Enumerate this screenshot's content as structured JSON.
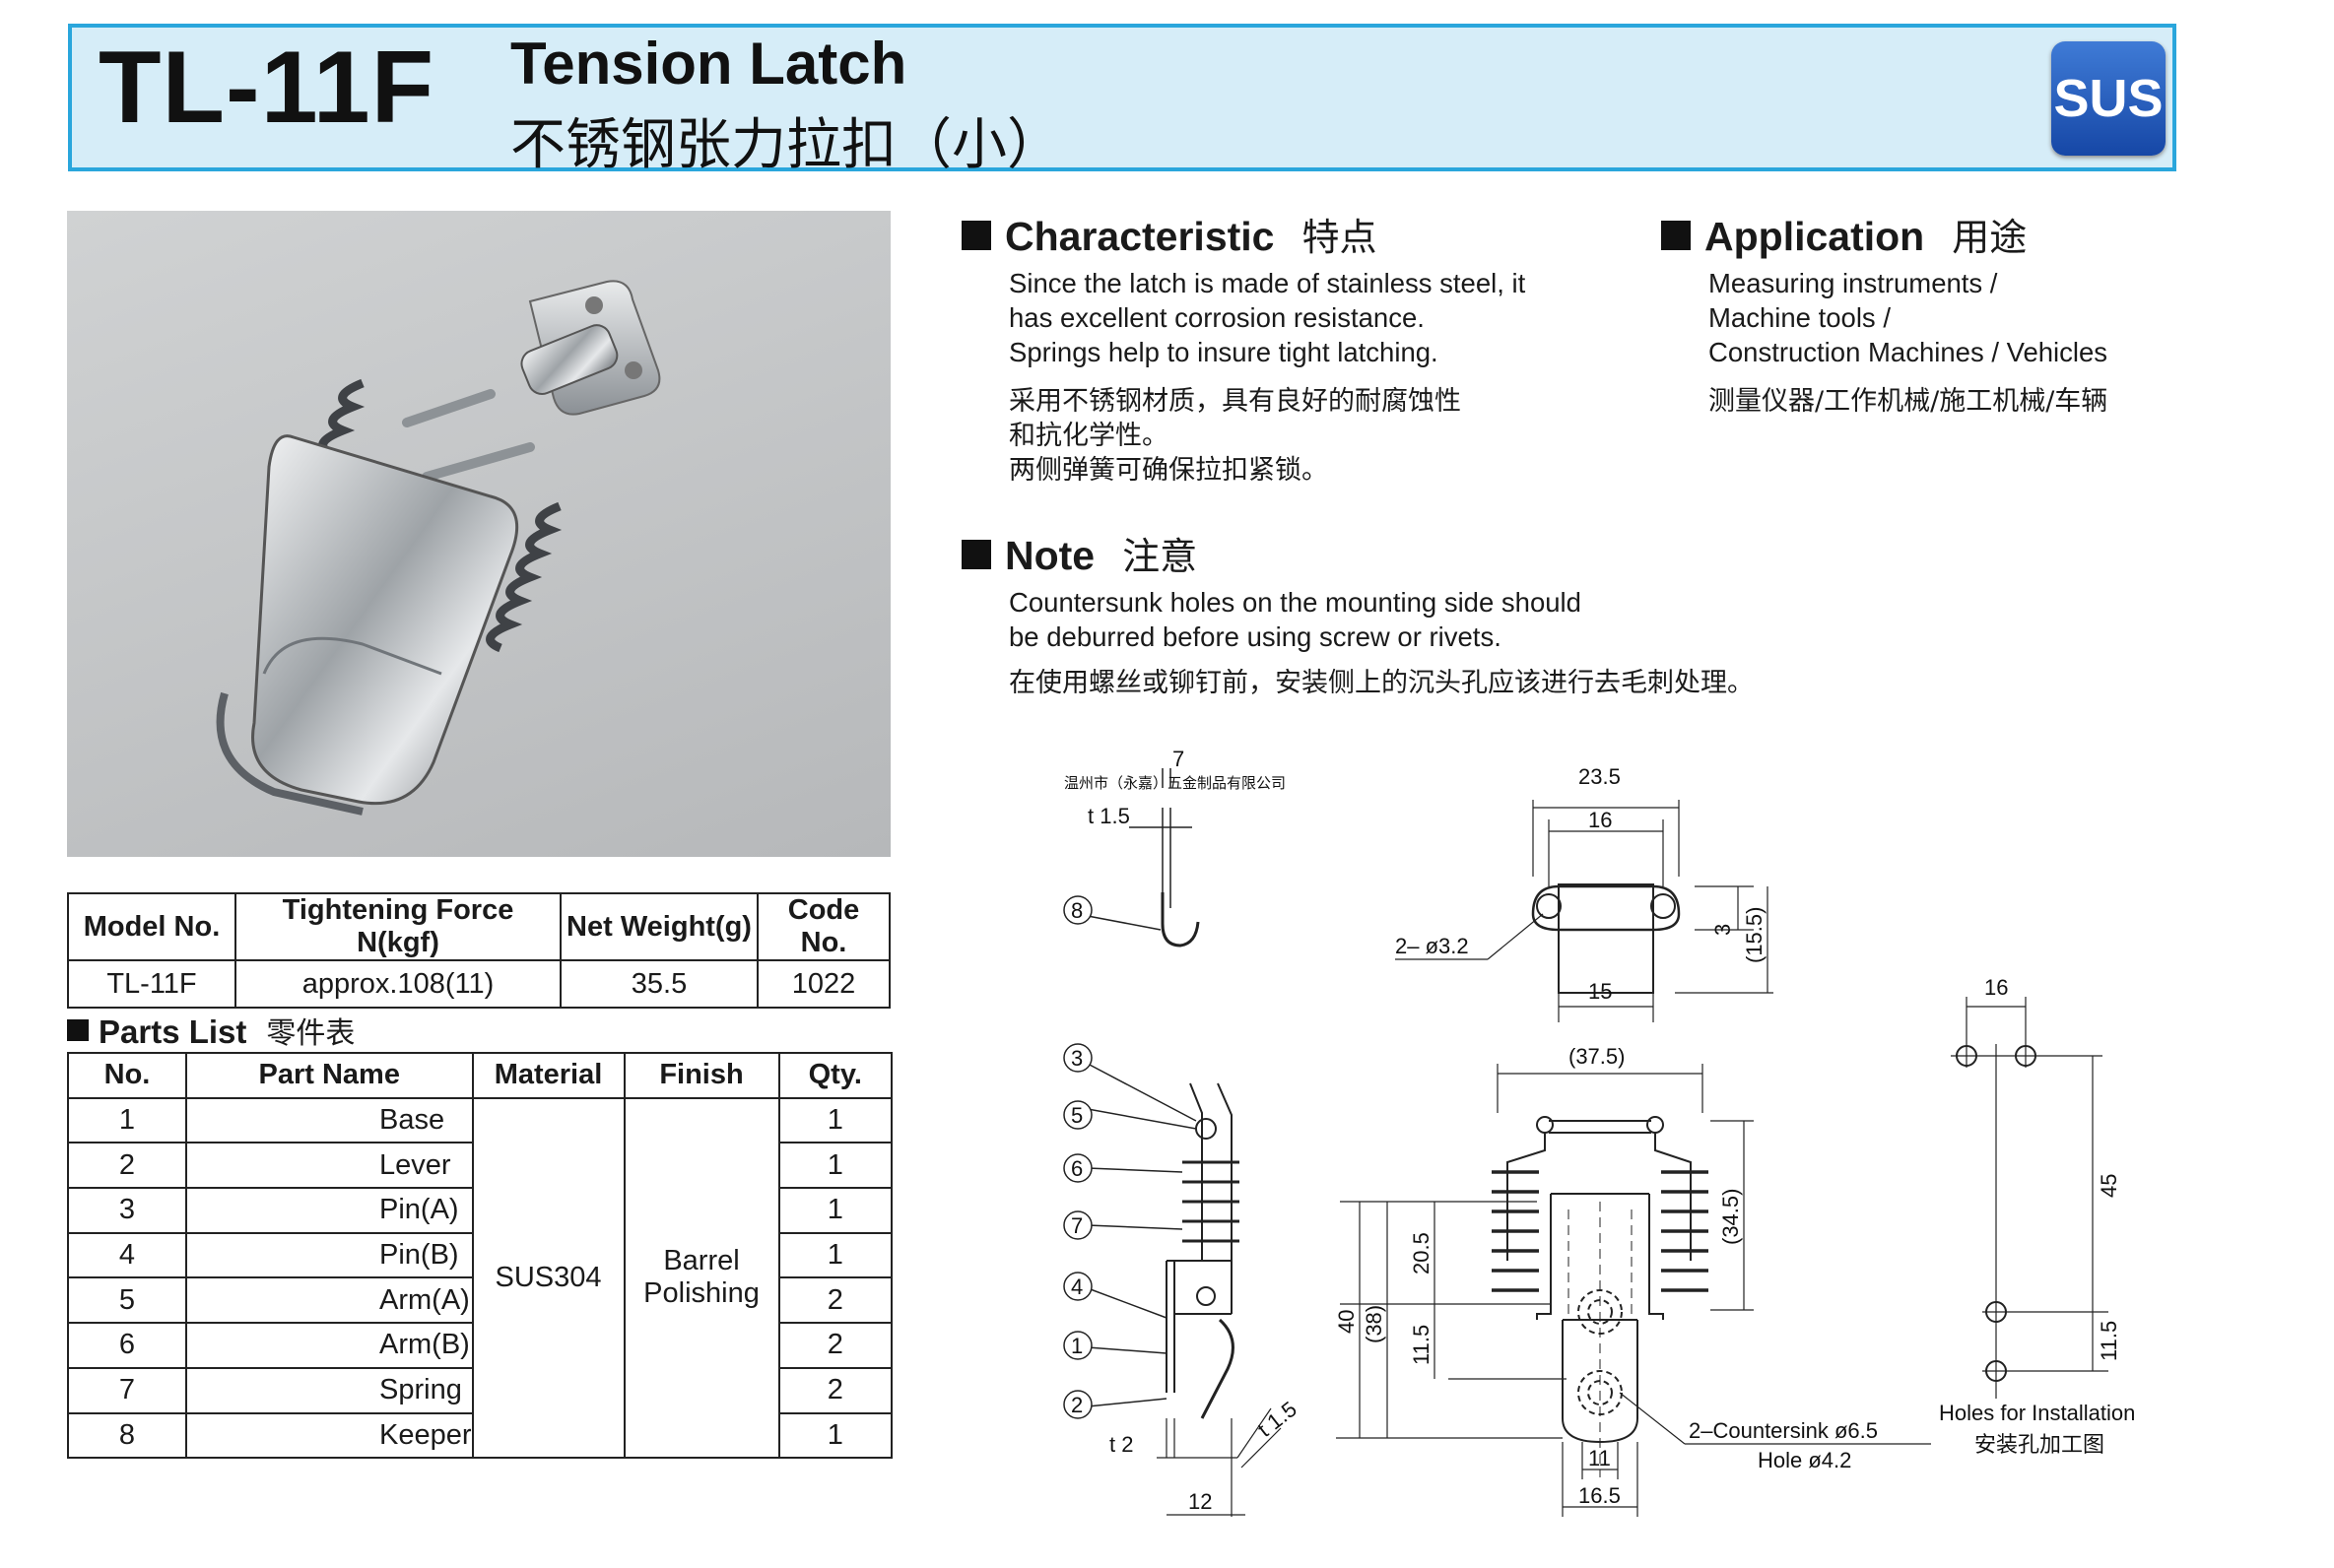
{
  "header": {
    "model_code": "TL-11F",
    "title_en": "Tension Latch",
    "title_cn": "不锈钢张力拉扣（小）",
    "badge": "SUS"
  },
  "spec_table": {
    "headers": [
      "Model No.",
      "Tightening Force N(kgf)",
      "Net Weight(g)",
      "Code No."
    ],
    "row": [
      "TL-11F",
      "approx.108(11)",
      "35.5",
      "1022"
    ]
  },
  "parts_list": {
    "title": "Parts List",
    "title_cn": "零件表",
    "headers": [
      "No.",
      "Part Name",
      "Material",
      "Finish",
      "Qty."
    ],
    "material": "SUS304",
    "finish_line1": "Barrel",
    "finish_line2": "Polishing",
    "rows": [
      {
        "no": "1",
        "name": "Base",
        "qty": "1"
      },
      {
        "no": "2",
        "name": "Lever",
        "qty": "1"
      },
      {
        "no": "3",
        "name": "Pin(A)",
        "qty": "1"
      },
      {
        "no": "4",
        "name": "Pin(B)",
        "qty": "1"
      },
      {
        "no": "5",
        "name": "Arm(A)",
        "qty": "2"
      },
      {
        "no": "6",
        "name": "Arm(B)",
        "qty": "2"
      },
      {
        "no": "7",
        "name": "Spring",
        "qty": "2"
      },
      {
        "no": "8",
        "name": "Keeper",
        "qty": "1"
      }
    ]
  },
  "characteristic": {
    "title": "Characteristic",
    "title_cn": "特点",
    "en_lines": [
      "Since the latch is made of stainless steel, it",
      "has excellent corrosion resistance.",
      "Springs help to insure tight latching."
    ],
    "cn_lines": [
      "采用不锈钢材质，具有良好的耐腐蚀性",
      "和抗化学性。",
      "两侧弹簧可确保拉扣紧锁。"
    ]
  },
  "application": {
    "title": "Application",
    "title_cn": "用途",
    "en_lines": [
      "Measuring instruments /",
      "Machine tools /",
      "Construction Machines / Vehicles"
    ],
    "cn_lines": [
      "测量仪器/工作机械/施工机械/车辆"
    ]
  },
  "note": {
    "title": "Note",
    "title_cn": "注意",
    "en_lines": [
      "Countersunk holes on the mounting side should",
      "be deburred before using screw or rivets."
    ],
    "cn_lines": [
      "在使用螺丝或铆钉前，安装侧上的沉头孔应该进行去毛刺处理。"
    ]
  },
  "drawing": {
    "keeper_side": {
      "dim_top": "7",
      "dim_t": "t 1.5",
      "callout": "8"
    },
    "keeper_top": {
      "w1": "23.5",
      "w2": "16",
      "w3": "15",
      "hole": "2– ø3.2",
      "h1": "3",
      "h2": "(15.5)"
    },
    "side_view": {
      "callouts": [
        "3",
        "5",
        "6",
        "7",
        "4",
        "1",
        "2"
      ],
      "t2": "t 2",
      "t15": "t 1.5",
      "w": "12"
    },
    "front_view": {
      "top": "(37.5)",
      "h_total": "40",
      "h_paren": "(38)",
      "h1": "20.5",
      "h2": "11.5",
      "h_right": "(34.5)",
      "w1": "11",
      "w2": "16.5",
      "hole1": "2–Countersink ø6.5",
      "hole2": "Hole ø4.2"
    },
    "install": {
      "w": "16",
      "h1": "45",
      "h2": "11.5",
      "label_en": "Holes for Installation",
      "label_cn": "安装孔加工图"
    },
    "watermark": "温州市（永嘉）五金制品有限公司"
  },
  "colors": {
    "header_bg": "#d6edf8",
    "header_border": "#2aa6dc",
    "badge_top": "#3f7bd6",
    "badge_bottom": "#1647a6"
  }
}
